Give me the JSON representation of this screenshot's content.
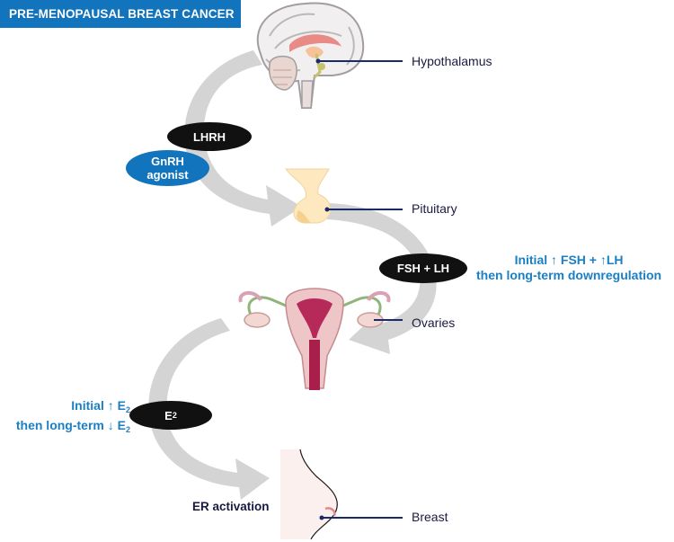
{
  "title": "PRE-MENOPAUSAL BREAST CANCER",
  "organs": {
    "hypothalamus": "Hypothalamus",
    "pituitary": "Pituitary",
    "ovaries": "Ovaries",
    "breast": "Breast"
  },
  "hormones": {
    "lhrh": "LHRH",
    "fsh_lh": "FSH + LH",
    "e2_base": "E",
    "e2_sub": "2"
  },
  "drug": {
    "line1": "GnRH",
    "line2": "agonist"
  },
  "effects": {
    "fsh_line1": "Initial ↑ FSH + ↑LH",
    "fsh_line2": "then long-term downregulation",
    "e2_line1_pre": "Initial ↑ E",
    "e2_line1_sub": "2",
    "e2_line2_pre": "then long-term ↓ E",
    "e2_line2_sub": "2"
  },
  "outcome": "ER activation",
  "colors": {
    "banner": "#1274bd",
    "accent_text": "#1a7fc4",
    "arrow": "#d4d4d4",
    "leader_line": "#1a2a6c"
  },
  "icons": [
    "brain-icon",
    "pituitary-icon",
    "uterus-ovaries-icon",
    "breast-icon"
  ]
}
